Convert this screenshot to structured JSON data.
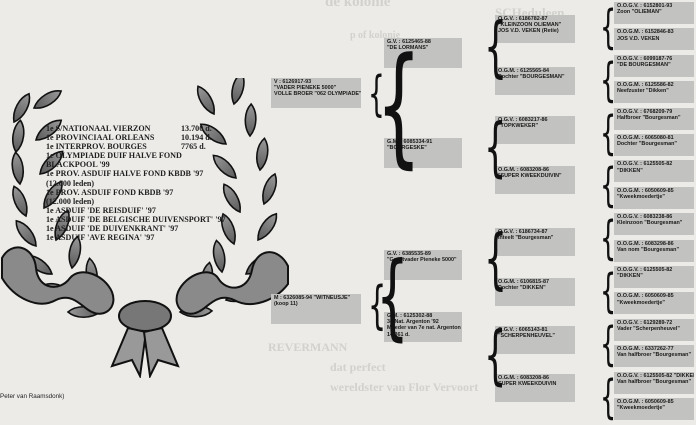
{
  "background_text": {
    "top": "de kolonie",
    "top2": "SCHeduleen",
    "top3": "p of kolonie",
    "bottom1": "REVERMANN",
    "bottom2": "dat perfect",
    "bottom3": "wereldster van Flor Vervoort"
  },
  "achievements": [
    {
      "label": "1e S/NATIONAAL VIERZON",
      "value": "13.700 d."
    },
    {
      "label": "1e PROVINCIAAL ORLEANS",
      "value": "10.194 d."
    },
    {
      "label": "1e INTERPROV. BOURGES",
      "value": "7765 d."
    },
    {
      "label": "1e OLYMPIADE DUIF HALVE FOND",
      "value": ""
    },
    {
      "label": "BLACKPOOL '99",
      "value": ""
    },
    {
      "label": "1e PROV. ASDUIF HALVE FOND KBDB '97",
      "value": ""
    },
    {
      "label": "(12.000 leden)",
      "value": ""
    },
    {
      "label": "1e PROV. ASDUIF FOND KBDB '97",
      "value": ""
    },
    {
      "label": "(12.000 leden)",
      "value": ""
    },
    {
      "label": "1e ASDUIF 'DE REISDUIF' '97",
      "value": ""
    },
    {
      "label": "1e ASDUIF 'DE BELGISCHE DUIVENSPORT' '97",
      "value": ""
    },
    {
      "label": "1e ASDUIF 'DE DUIVENKRANT' '97",
      "value": ""
    },
    {
      "label": "1e ASDUIF 'AVE REGINA' '97",
      "value": ""
    }
  ],
  "caption": "Peter van Raamsdonk)",
  "pedigree": {
    "gen1": [
      {
        "lines": [
          "V : 6126917-93",
          "\"VADER PIENEKE 5000\"",
          "VOLLE BROER \"062 OLYMPIADE\""
        ]
      },
      {
        "lines": [
          "M : 6326085-94 \"WITNEUSJE\"",
          "(koop 11)"
        ]
      }
    ],
    "gen2": [
      {
        "lines": [
          "G.V. : 6125465-88",
          "\"DE LORMANS\""
        ]
      },
      {
        "lines": [
          "G.M. : 6085334-91",
          "\"BOURGESKE\""
        ]
      },
      {
        "lines": [
          "G.V. : 6385535-89",
          "\"Grootvader Pieneke 5000\""
        ]
      },
      {
        "lines": [
          "G.M. : 6125302-88",
          "3e Nat. Argenton '92",
          "Moeder van 7e nat. Argenton",
          "14.361 d."
        ]
      }
    ],
    "gen3": [
      {
        "lines": [
          "O.G.V. : 6186782-87",
          "\"KLEINZOON OLIEMAN\"",
          "JOS V.D. VEKEN (Retie)"
        ]
      },
      {
        "lines": [
          "O.G.M. : 6125565-84",
          "Dochter \"BOURGESMAN\""
        ]
      },
      {
        "lines": [
          "O.G.V. : 6083217-86",
          "\"TOPKWEKER\""
        ]
      },
      {
        "lines": [
          "O.G.M. : 6083208-86",
          "\"SUPER KWEEKDUIVIN\""
        ]
      },
      {
        "lines": [
          "O.G.V. : 6186734-87",
          "Inteelt \"Bourgesman\""
        ]
      },
      {
        "lines": [
          "O.G.M. : 6106815-87",
          "Dochter \"DIKKEN\""
        ]
      },
      {
        "lines": [
          "O.G.V. : 6065143-81",
          "\"SCHERPENHEUVEL\""
        ]
      },
      {
        "lines": [
          "O.G.M. : 6083208-86",
          "SUPER KWEEKDUIVIN"
        ]
      }
    ],
    "gen4": [
      {
        "lines": [
          "O.O.G.V. : 6152801-93",
          "Zoon \"OLIEMAN\""
        ]
      },
      {
        "lines": [
          "O.O.G.M. : 6152846-83",
          "JOS V.D. VEKEN"
        ]
      },
      {
        "lines": [
          "O.O.G.V. : 6099187-76",
          "\"DE BOURGESMAN\""
        ]
      },
      {
        "lines": [
          "O.O.G.M. : 6125586-82",
          "Neefzuster \"Dikken\""
        ]
      },
      {
        "lines": [
          "O.O.G.V. : 6768209-79",
          "Halfbroer \"Bourgesman\""
        ]
      },
      {
        "lines": [
          "O.O.G.M. : 6065080-81",
          "Dochter \"Bourgesman\""
        ]
      },
      {
        "lines": [
          "O.O.G.V. : 6125505-82",
          "\"DIKKEN\""
        ]
      },
      {
        "lines": [
          "O.O.G.M. : 6050609-85",
          "\"Kweekmoedertje\""
        ]
      },
      {
        "lines": [
          "O.O.G.V. : 6083238-86",
          "Kleinzoon \"Bourgesman\""
        ]
      },
      {
        "lines": [
          "O.O.G.M. : 6083298-86",
          "Van nom \"Bourgesman\""
        ]
      },
      {
        "lines": [
          "O.O.G.V. : 6125505-82",
          "\"DIKKEN\""
        ]
      },
      {
        "lines": [
          "O.O.G.M. : 6050609-85",
          "\"Kweekmoedertje\""
        ]
      },
      {
        "lines": [
          "O.O.G.V. : 6129289-72",
          "Vader \"Scherpenheuvel\""
        ]
      },
      {
        "lines": [
          "O.O.G.M. : 6337262-77",
          "Van halfbroer \"Bourgesman\""
        ]
      },
      {
        "lines": [
          "O.O.G.V. : 6125505-82 \"DIKKEN\"",
          "Van halfbroer \"Bourgesman\""
        ]
      },
      {
        "lines": [
          "O.O.G.M. : 6050609-85",
          "\"Kweekmoedertje\""
        ]
      }
    ]
  }
}
